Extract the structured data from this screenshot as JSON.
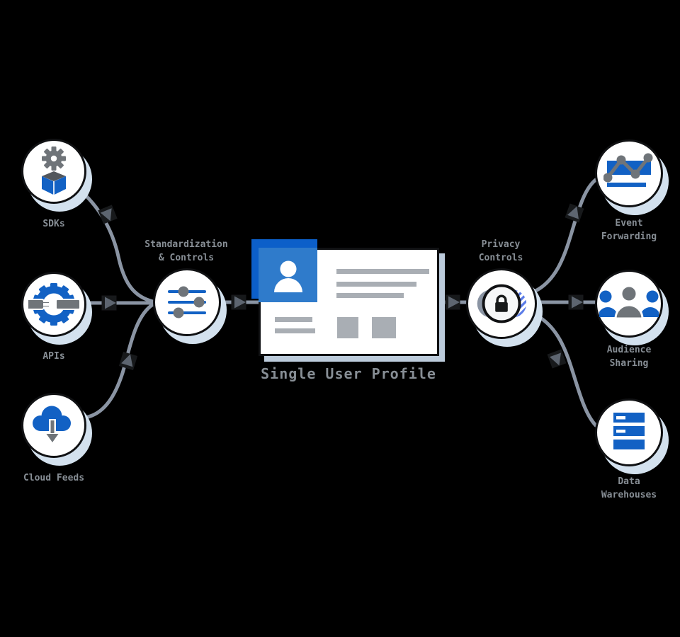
{
  "diagram_title": "Single User Profile",
  "nodes": {
    "sdks": {
      "label": "SDKs",
      "icon": "gear-cube-icon"
    },
    "apis": {
      "label": "APIs",
      "icon": "gear-plug-icon"
    },
    "cloud_feeds": {
      "label": "Cloud Feeds",
      "icon": "cloud-download-icon"
    },
    "standardization": {
      "label": "Standardization\n& Controls",
      "icon": "sliders-icon"
    },
    "profile_card": {
      "label": "Single User Profile",
      "icon": "user-avatar-icon"
    },
    "privacy": {
      "label": "Privacy\nControls",
      "icon": "lock-icon"
    },
    "event_forwarding": {
      "label": "Event\nForwarding",
      "icon": "line-chart-icon"
    },
    "audience_sharing": {
      "label": "Audience\nSharing",
      "icon": "people-group-icon"
    },
    "data_warehouses": {
      "label": "Data\nWarehouses",
      "icon": "server-stack-icon"
    }
  },
  "colors": {
    "background": "#000000",
    "node_fill": "#FFFFFF",
    "node_border": "#101113",
    "shadow": "#D3E1EE",
    "card_shadow": "#BCCBDB",
    "connector": "#8A94A3",
    "marker_box": "#17191B",
    "marker_arrow": "#5D6570",
    "blue": "#1261C4",
    "blue_front": "#2F7BCB",
    "blue_back": "#0C5FC9",
    "icon_gray": "#6F7479",
    "card_gray": "#A9AEB4",
    "label": "#878E95",
    "stripe": "#5B7CE8",
    "ink": "#17191A"
  }
}
